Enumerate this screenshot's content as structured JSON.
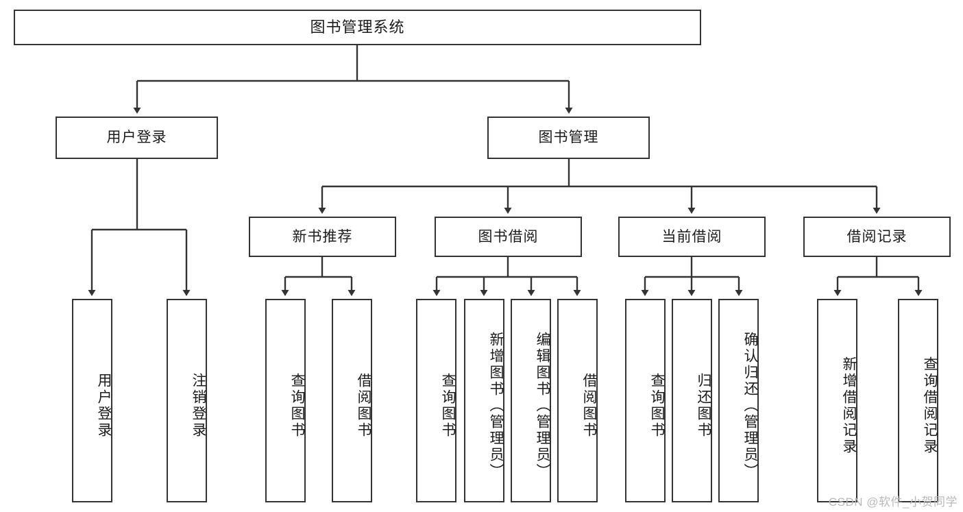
{
  "diagram": {
    "type": "tree",
    "title": "图书管理系统",
    "colors": {
      "box_border": "#333333",
      "box_fill": "#ffffff",
      "line": "#333333",
      "text": "#1b1b1b",
      "watermark": "#b9b9b9"
    },
    "levels": {
      "root": {
        "label": "图书管理系统"
      },
      "level2": [
        {
          "label": "用户登录"
        },
        {
          "label": "图书管理"
        }
      ],
      "level3": [
        {
          "label": "新书推荐"
        },
        {
          "label": "图书借阅"
        },
        {
          "label": "当前借阅"
        },
        {
          "label": "借阅记录"
        }
      ],
      "leaves": {
        "user_login": [
          {
            "label": "用户登录"
          },
          {
            "label": "注销登录"
          }
        ],
        "new_book_recommend": [
          {
            "label": "查询图书"
          },
          {
            "label": "借阅图书"
          }
        ],
        "book_borrow": [
          {
            "label": "查询图书"
          },
          {
            "label": "新增图书（管理员）"
          },
          {
            "label": "编辑图书（管理员）"
          },
          {
            "label": "借阅图书"
          }
        ],
        "current_borrow": [
          {
            "label": "查询图书"
          },
          {
            "label": "归还图书"
          },
          {
            "label": "确认归还（管理员）"
          }
        ],
        "borrow_record": [
          {
            "label": "新增借阅记录"
          },
          {
            "label": "查询借阅记录"
          }
        ]
      }
    }
  },
  "watermark": {
    "text": "CSDN @软件_小贺同学"
  }
}
